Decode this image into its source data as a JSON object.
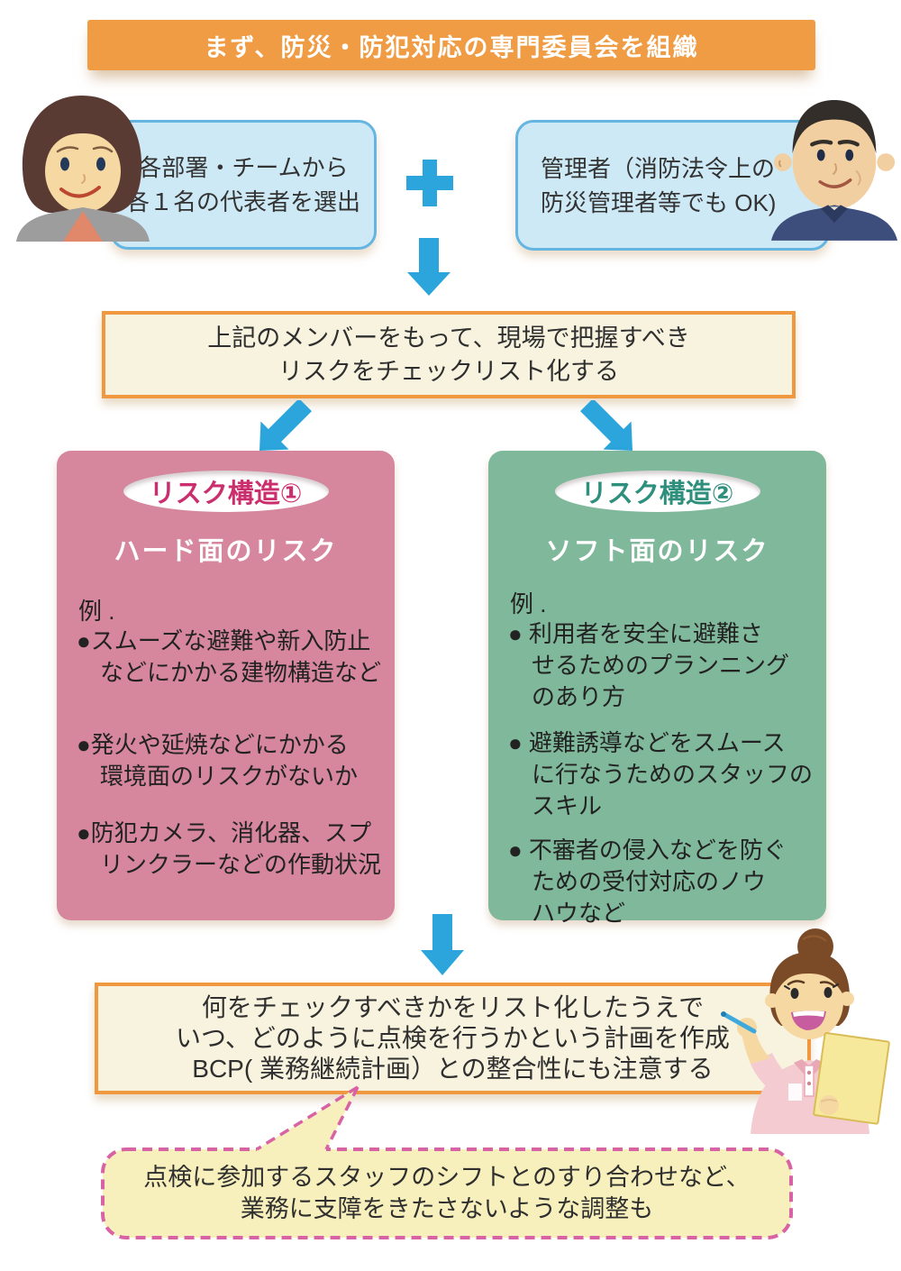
{
  "header": {
    "title": "まず、防災・防犯対応の専門委員会を組織"
  },
  "committee": {
    "member_box": "各部署・チームから\n各１名の代表者を選出",
    "plus_icon": "plus-icon",
    "manager_box": "管理者（消防法令上の\n防災管理者等でも OK)"
  },
  "checklist_box": "上記のメンバーをもって、現場で把握すべき\nリスクをチェックリスト化する",
  "risk_hard": {
    "badge": "リスク構造①",
    "title": "ハード面のリスク",
    "example": "例 .",
    "items": [
      "●スムーズな避難や新入防止\n　などにかかる建物構造など",
      "●発火や延焼などにかかる\n　環境面のリスクがないか",
      "●防犯カメラ、消化器、スプ\n　リンクラーなどの作動状況"
    ]
  },
  "risk_soft": {
    "badge": "リスク構造②",
    "title": "ソフト面のリスク",
    "example": "例 .",
    "items": [
      "● 利用者を安全に避難さ\n　せるためのプランニング\n　のあり方",
      "● 避難誘導などをスムース\n　に行なうためのスタッフの\n　スキル",
      "● 不審者の侵入などを防ぐ\n　ための受付対応のノウ\n　ハウなど"
    ]
  },
  "plan_box": "何をチェックすべきかをリスト化したうえで\nいつ、どのように点検を行うかという計画を作成\nBCP( 業務継続計画）との整合性にも注意する",
  "note_bubble": "点検に参加するスタッフのシフトとのすり合わせなど、\n業務に支障をきたさないような調整も",
  "illustrations": {
    "left_person": "woman-office-staff",
    "right_person": "male-manager",
    "bottom_person": "nurse-with-pen-and-clipboard"
  },
  "colors": {
    "accent_blue": "#2BA5DB",
    "header_orange": "#F09C45",
    "cream_fill": "#F8F3DE",
    "orange_border": "#F0983F",
    "blue_box_fill": "#CEE9F6",
    "blue_box_border": "#64B5E2",
    "risk_hard_pink": "#D6879D",
    "risk_hard_badge_text": "#CB2E6D",
    "risk_soft_green": "#7FB89B",
    "risk_soft_badge_text": "#2F8F7D",
    "bubble_fill": "#F8F0BC",
    "bubble_border_pink": "#D863A4",
    "text_dark": "#2F2F2F"
  }
}
